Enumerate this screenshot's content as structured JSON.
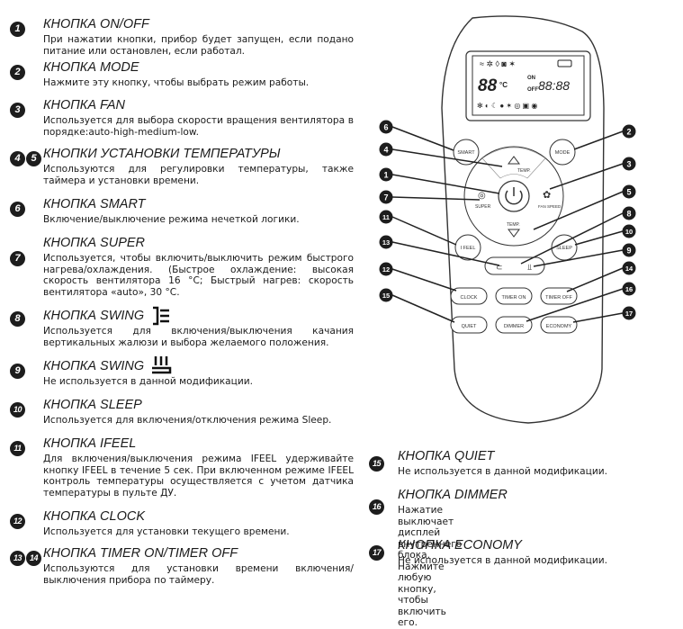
{
  "items": [
    {
      "badge": "1",
      "title": "КНОПКА ON/OFF",
      "desc": "При нажатии кнопки, прибор будет запущен, если подано питание или остановлен, если работал."
    },
    {
      "badge": "2",
      "title": "КНОПКА MODE",
      "desc": "Нажмите эту кнопку, чтобы выбрать режим работы."
    },
    {
      "badge": "3",
      "title": "КНОПКА FAN",
      "desc": "Используется для выбора скорости вращения вентилятора в порядке:auto-high-medium-low."
    },
    {
      "badge": "4",
      "badge2": "5",
      "title": "КНОПКИ УСТАНОВКИ ТЕМПЕРАТУРЫ",
      "desc": "Используются для регулировки температуры, также таймера и установки времени."
    },
    {
      "badge": "6",
      "title": "КНОПКА SMART",
      "desc": "Включение/выключение режима нечеткой логики."
    },
    {
      "badge": "7",
      "title": "КНОПКА SUPER",
      "desc": "Используется, чтобы включить/выключить режим быстрого нагрева/охлаждения. (Быстрое охлаждение: высокая скорость вентилятора 16 °C; Быстрый нагрев: скорость вентилятора «auto», 30 °C."
    },
    {
      "badge": "8",
      "title": "КНОПКА SWING",
      "desc": "Используется для включения/выключения качания вертикальных жалюзи и выбора желаемого положения."
    },
    {
      "badge": "9",
      "title": "КНОПКА SWING",
      "desc": "Не используется в данной модификации."
    },
    {
      "badge": "10",
      "title": "КНОПКА SLEEP",
      "desc": "Используется для включения/отключения режима Sleep."
    },
    {
      "badge": "11",
      "title": "КНОПКА IFEEL",
      "desc": "Для включения/выключения режима IFEEL удерживайте кнопку IFEEL в течение 5 сек. При включенном режиме IFEEL контроль температуры осуществляется с учетом датчика температуры в пульте ДУ."
    },
    {
      "badge": "12",
      "title": "КНОПКА CLOCK",
      "desc": "Используется для установки текущего времени."
    },
    {
      "badge": "13",
      "badge2": "14",
      "title": "КНОПКА TIMER ON/TIMER OFF",
      "desc": "Используются для установки времени включения/выключения прибора по таймеру."
    }
  ],
  "right_items": [
    {
      "badge": "15",
      "title": "КНОПКА QUIET",
      "desc": "Не используется в данной модификации."
    },
    {
      "badge": "16",
      "title": "КНОПКА DIMMER",
      "desc": "Нажатие выключает дисплей внутреннего блока.\nНажмите любую кнопку, чтобы включить его."
    },
    {
      "badge": "17",
      "title": "КНОПКА ECONOMY",
      "desc": "Не используется в данной модификации."
    }
  ],
  "remote": {
    "lcd_temp": "88",
    "lcd_temp_unit": "°C",
    "lcd_on": "ON",
    "lcd_off": "OFF",
    "lcd_clock": "88:88",
    "buttons": {
      "smart": "SMART",
      "mode": "MODE",
      "temp_up": "TEMP.",
      "temp_down": "TEMP.",
      "super": "SUPER",
      "fan": "FAN SPEED",
      "ifeel": "I FEEL",
      "sleep": "SLEEP",
      "clock": "CLOCK",
      "timer_on": "TIMER ON",
      "timer_off": "TIMER OFF",
      "quiet": "QUIET",
      "dimmer": "DIMMER",
      "economy": "ECONOMY"
    },
    "callouts": [
      "6",
      "4",
      "1",
      "7",
      "11",
      "13",
      "12",
      "15",
      "2",
      "3",
      "5",
      "8",
      "10",
      "9",
      "14",
      "16",
      "17"
    ]
  }
}
